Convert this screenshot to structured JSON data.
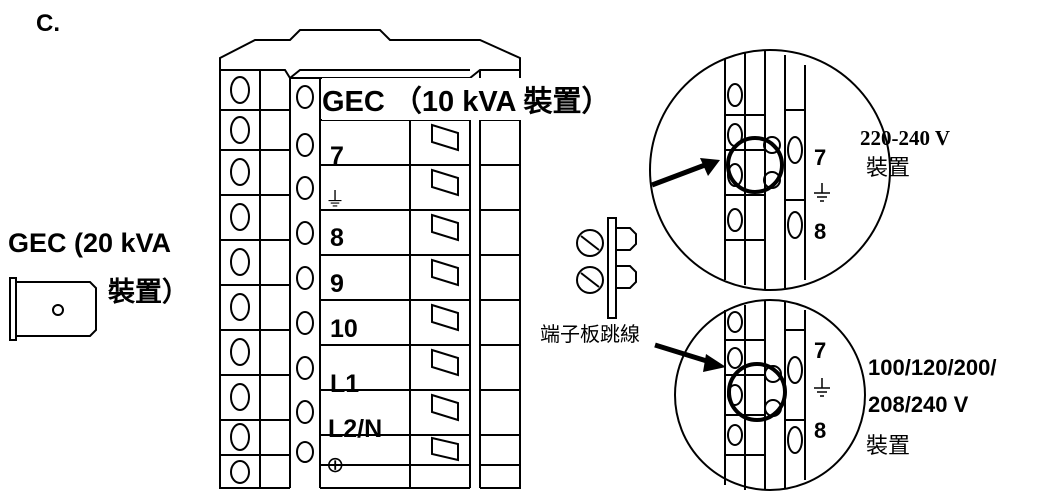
{
  "figure_letter": "C.",
  "gec_10kva_label": "GEC （10 kVA 裝置）",
  "gec_20kva_line1": "GEC (20 kVA",
  "gec_20kva_line2": "裝置）",
  "terminals": [
    "7",
    "⏚",
    "8",
    "9",
    "10",
    "L1",
    "L2/N",
    "⊕"
  ],
  "jumper_label": "端子板跳線",
  "inset_top": {
    "voltage": "220-240 V",
    "device": "裝置",
    "terminals": [
      "7",
      "⏚",
      "8"
    ]
  },
  "inset_bottom": {
    "voltage_line1": "100/120/200/",
    "voltage_line2": "208/240 V",
    "device": "裝置",
    "terminals": [
      "7",
      "⏚",
      "8"
    ]
  }
}
